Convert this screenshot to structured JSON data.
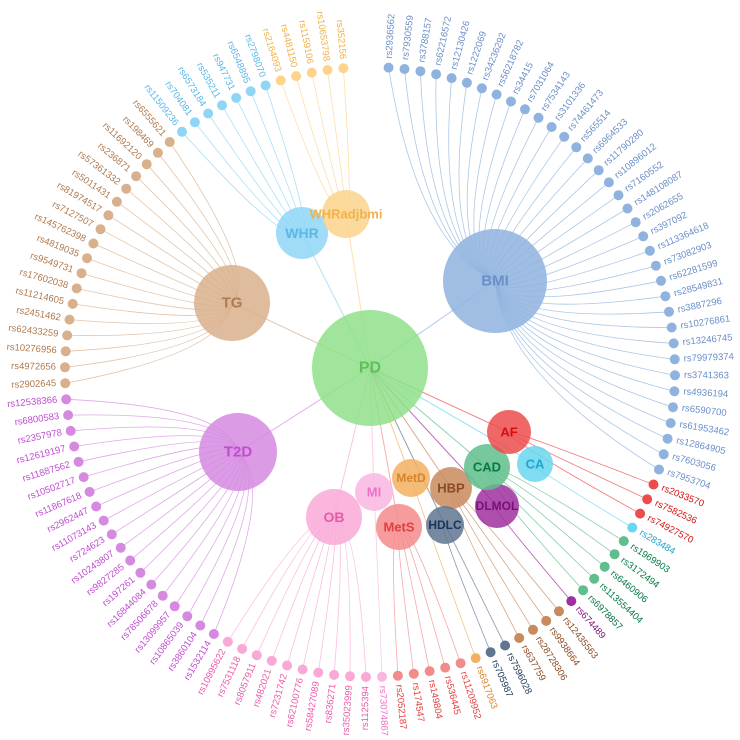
{
  "colors": {
    "PD": "#8fe08a",
    "BMI": "#8fb3de",
    "WHR": "#8fd6f6",
    "WHRadjbmi": "#fcd48c",
    "TG": "#d9b08c",
    "T2D": "#d58ae0",
    "OB": "#f9a9d6",
    "MI": "#f9b6e3",
    "MetS": "#f48b8b",
    "MetD": "#f2b060",
    "HBP": "#c98a5e",
    "HDLC": "#5f7590",
    "DLMOL": "#a030a0",
    "CAD": "#5fbf8c",
    "AF": "#ec4c4c",
    "CA": "#6ad6ef"
  },
  "label_colors": {
    "PD": "#5fbf5a",
    "BMI": "#6a8fc7",
    "WHR": "#5bb7e8",
    "WHRadjbmi": "#f0b24a",
    "TG": "#b07a4f",
    "T2D": "#c04cd0",
    "OB": "#ea5aa8",
    "MI": "#ee70c5",
    "MetS": "#e23f3f",
    "MetD": "#d9822a",
    "HBP": "#8b4a22",
    "HDLC": "#1b3558",
    "DLMOL": "#7a0f7a",
    "CAD": "#067a45",
    "AF": "#d41111",
    "CA": "#1aa7d0"
  },
  "hubs": [
    {
      "id": "PD",
      "label": "PD"
    },
    {
      "id": "BMI",
      "label": "BMI"
    },
    {
      "id": "WHR",
      "label": "WHR"
    },
    {
      "id": "WHRadjbmi",
      "label": "WHRadjbmi"
    },
    {
      "id": "TG",
      "label": "TG"
    },
    {
      "id": "T2D",
      "label": "T2D"
    },
    {
      "id": "OB",
      "label": "OB"
    },
    {
      "id": "MI",
      "label": "MI"
    },
    {
      "id": "MetS",
      "label": "MetS"
    },
    {
      "id": "MetD",
      "label": "MetD"
    },
    {
      "id": "HBP",
      "label": "HBP"
    },
    {
      "id": "HDLC",
      "label": "HDLC"
    },
    {
      "id": "DLMOL",
      "label": "DLMOL"
    },
    {
      "id": "CAD",
      "label": "CAD"
    },
    {
      "id": "AF",
      "label": "AF"
    },
    {
      "id": "CA",
      "label": "CA"
    }
  ],
  "snps": [
    {
      "label": "rs2936562",
      "group": "BMI"
    },
    {
      "label": "rs7930559",
      "group": "BMI"
    },
    {
      "label": "rs3788157",
      "group": "BMI"
    },
    {
      "label": "rs62216572",
      "group": "BMI"
    },
    {
      "label": "rs12130426",
      "group": "BMI"
    },
    {
      "label": "rs1222069",
      "group": "BMI"
    },
    {
      "label": "rs34236292",
      "group": "BMI"
    },
    {
      "label": "rs56218782",
      "group": "BMI"
    },
    {
      "label": "rs34415",
      "group": "BMI"
    },
    {
      "label": "rs7031064",
      "group": "BMI"
    },
    {
      "label": "rs7534143",
      "group": "BMI"
    },
    {
      "label": "rs3101336",
      "group": "BMI"
    },
    {
      "label": "rs74461473",
      "group": "BMI"
    },
    {
      "label": "rs565514",
      "group": "BMI"
    },
    {
      "label": "rs6964533",
      "group": "BMI"
    },
    {
      "label": "rs11790280",
      "group": "BMI"
    },
    {
      "label": "rs10896012",
      "group": "BMI"
    },
    {
      "label": "rs7160552",
      "group": "BMI"
    },
    {
      "label": "rs148108087",
      "group": "BMI"
    },
    {
      "label": "rs2062655",
      "group": "BMI"
    },
    {
      "label": "rs397092",
      "group": "BMI"
    },
    {
      "label": "rs113364618",
      "group": "BMI"
    },
    {
      "label": "rs73082903",
      "group": "BMI"
    },
    {
      "label": "rs62281599",
      "group": "BMI"
    },
    {
      "label": "rs28549831",
      "group": "BMI"
    },
    {
      "label": "rs3887296",
      "group": "BMI"
    },
    {
      "label": "rs10276861",
      "group": "BMI"
    },
    {
      "label": "rs13246745",
      "group": "BMI"
    },
    {
      "label": "rs79979374",
      "group": "BMI"
    },
    {
      "label": "rs3741363",
      "group": "BMI"
    },
    {
      "label": "rs4936194",
      "group": "BMI"
    },
    {
      "label": "rs6590700",
      "group": "BMI"
    },
    {
      "label": "rs61953462",
      "group": "BMI"
    },
    {
      "label": "rs12864905",
      "group": "BMI"
    },
    {
      "label": "rs7603056",
      "group": "BMI"
    },
    {
      "label": "rs7953704",
      "group": "BMI"
    },
    {
      "label": "rs2033570",
      "group": "AF"
    },
    {
      "label": "rs7582536",
      "group": "AF"
    },
    {
      "label": "rs74927570",
      "group": "AF"
    },
    {
      "label": "rs283484",
      "group": "CA"
    },
    {
      "label": "rs1969903",
      "group": "CAD"
    },
    {
      "label": "rs3172494",
      "group": "CAD"
    },
    {
      "label": "rs6460906",
      "group": "CAD"
    },
    {
      "label": "rs113554404",
      "group": "CAD"
    },
    {
      "label": "rs6978857",
      "group": "CAD"
    },
    {
      "label": "rs674489",
      "group": "DLMOL"
    },
    {
      "label": "rs12435563",
      "group": "HBP"
    },
    {
      "label": "rs9938664",
      "group": "HBP"
    },
    {
      "label": "rs28728306",
      "group": "HBP"
    },
    {
      "label": "rs637759",
      "group": "HBP"
    },
    {
      "label": "rs7596028",
      "group": "HDLC"
    },
    {
      "label": "rs705987",
      "group": "HDLC"
    },
    {
      "label": "rs6917063",
      "group": "MetD"
    },
    {
      "label": "rs11209952",
      "group": "MetS"
    },
    {
      "label": "rs536445",
      "group": "MetS"
    },
    {
      "label": "rs149804",
      "group": "MetS"
    },
    {
      "label": "rs174547",
      "group": "MetS"
    },
    {
      "label": "rs2052187",
      "group": "MetS"
    },
    {
      "label": "rs73074867",
      "group": "MI"
    },
    {
      "label": "rs1125394",
      "group": "OB"
    },
    {
      "label": "rs35023999",
      "group": "OB"
    },
    {
      "label": "rs836271",
      "group": "OB"
    },
    {
      "label": "rs58427089",
      "group": "OB"
    },
    {
      "label": "rs62100776",
      "group": "OB"
    },
    {
      "label": "rs7231742",
      "group": "OB"
    },
    {
      "label": "rs482021",
      "group": "OB"
    },
    {
      "label": "rs8057911",
      "group": "OB"
    },
    {
      "label": "rs7531118",
      "group": "OB"
    },
    {
      "label": "rs10995622",
      "group": "OB"
    },
    {
      "label": "rs1532114",
      "group": "T2D"
    },
    {
      "label": "rs3860104",
      "group": "T2D"
    },
    {
      "label": "rs10865039",
      "group": "T2D"
    },
    {
      "label": "rs13099957",
      "group": "T2D"
    },
    {
      "label": "rs78506678",
      "group": "T2D"
    },
    {
      "label": "rs16844084",
      "group": "T2D"
    },
    {
      "label": "rs197261",
      "group": "T2D"
    },
    {
      "label": "rs9827285",
      "group": "T2D"
    },
    {
      "label": "rs10243807",
      "group": "T2D"
    },
    {
      "label": "rs724623",
      "group": "T2D"
    },
    {
      "label": "rs11073143",
      "group": "T2D"
    },
    {
      "label": "rs2962447",
      "group": "T2D"
    },
    {
      "label": "rs11867618",
      "group": "T2D"
    },
    {
      "label": "rs10502717",
      "group": "T2D"
    },
    {
      "label": "rs11887562",
      "group": "T2D"
    },
    {
      "label": "rs12619197",
      "group": "T2D"
    },
    {
      "label": "rs2357978",
      "group": "T2D"
    },
    {
      "label": "rs6800583",
      "group": "T2D"
    },
    {
      "label": "rs12538366",
      "group": "T2D"
    },
    {
      "label": "rs2902645",
      "group": "TG"
    },
    {
      "label": "rs4972656",
      "group": "TG"
    },
    {
      "label": "rs10276956",
      "group": "TG"
    },
    {
      "label": "rs62433259",
      "group": "TG"
    },
    {
      "label": "rs2451462",
      "group": "TG"
    },
    {
      "label": "rs11214605",
      "group": "TG"
    },
    {
      "label": "rs17602038",
      "group": "TG"
    },
    {
      "label": "rs9549731",
      "group": "TG"
    },
    {
      "label": "rs4819035",
      "group": "TG"
    },
    {
      "label": "rs145762398",
      "group": "TG"
    },
    {
      "label": "rs7127507",
      "group": "TG"
    },
    {
      "label": "rs81974517",
      "group": "TG"
    },
    {
      "label": "rs5011431",
      "group": "TG"
    },
    {
      "label": "rs57361332",
      "group": "TG"
    },
    {
      "label": "rs236871",
      "group": "TG"
    },
    {
      "label": "rs11692120",
      "group": "TG"
    },
    {
      "label": "rs198469",
      "group": "TG"
    },
    {
      "label": "rs6555621",
      "group": "TG"
    },
    {
      "label": "rs11509236",
      "group": "WHR"
    },
    {
      "label": "rs704081",
      "group": "WHR"
    },
    {
      "label": "rs6573184",
      "group": "WHR"
    },
    {
      "label": "rs535211",
      "group": "WHR"
    },
    {
      "label": "rs947731",
      "group": "WHR"
    },
    {
      "label": "rs6548895",
      "group": "WHR"
    },
    {
      "label": "rs2798070",
      "group": "WHR"
    },
    {
      "label": "rs2164093",
      "group": "WHRadjbmi"
    },
    {
      "label": "rs4481150",
      "group": "WHRadjbmi"
    },
    {
      "label": "rs1159106",
      "group": "WHRadjbmi"
    },
    {
      "label": "rs10653798",
      "group": "WHRadjbmi"
    },
    {
      "label": "rs352156",
      "group": "WHRadjbmi"
    }
  ]
}
